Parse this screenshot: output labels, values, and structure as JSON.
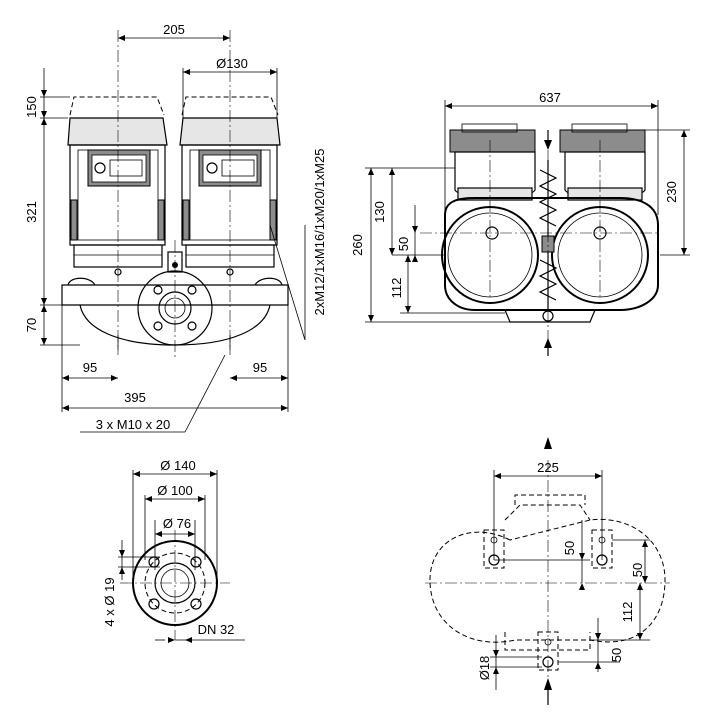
{
  "colors": {
    "line": "#000000",
    "background": "#ffffff",
    "fill_light": "#e6e6e6",
    "fill_dark": "#8c8c8c"
  },
  "front_view": {
    "dim_motor_spacing": "205",
    "dim_motor_diameter": "Ø130",
    "dim_cooling_clearance": "150",
    "dim_motor_height": "321",
    "dim_base_height": "70",
    "dim_left_offset": "95",
    "dim_right_offset": "95",
    "dim_total_length": "395",
    "cable_glands": "2xM12/1xM16/1xM20/1xM25",
    "screws": "3 x M10 x 20"
  },
  "side_view": {
    "dim_total_width": "637",
    "dim_height_230": "230",
    "dim_height_260": "260",
    "dim_height_130": "130",
    "dim_offset_50": "50",
    "dim_height_112": "112"
  },
  "flange_view": {
    "dim_outer": "Ø 140",
    "dim_bolt_circle": "Ø 100",
    "dim_inner": "Ø 76",
    "dim_holes": "4 x Ø 19",
    "nominal_size": "DN 32"
  },
  "foot_view": {
    "dim_spacing": "225",
    "dim_offset_a": "50",
    "dim_offset_b": "50",
    "dim_height": "112",
    "dim_offset_c": "50",
    "dim_hole": "Ø18"
  }
}
